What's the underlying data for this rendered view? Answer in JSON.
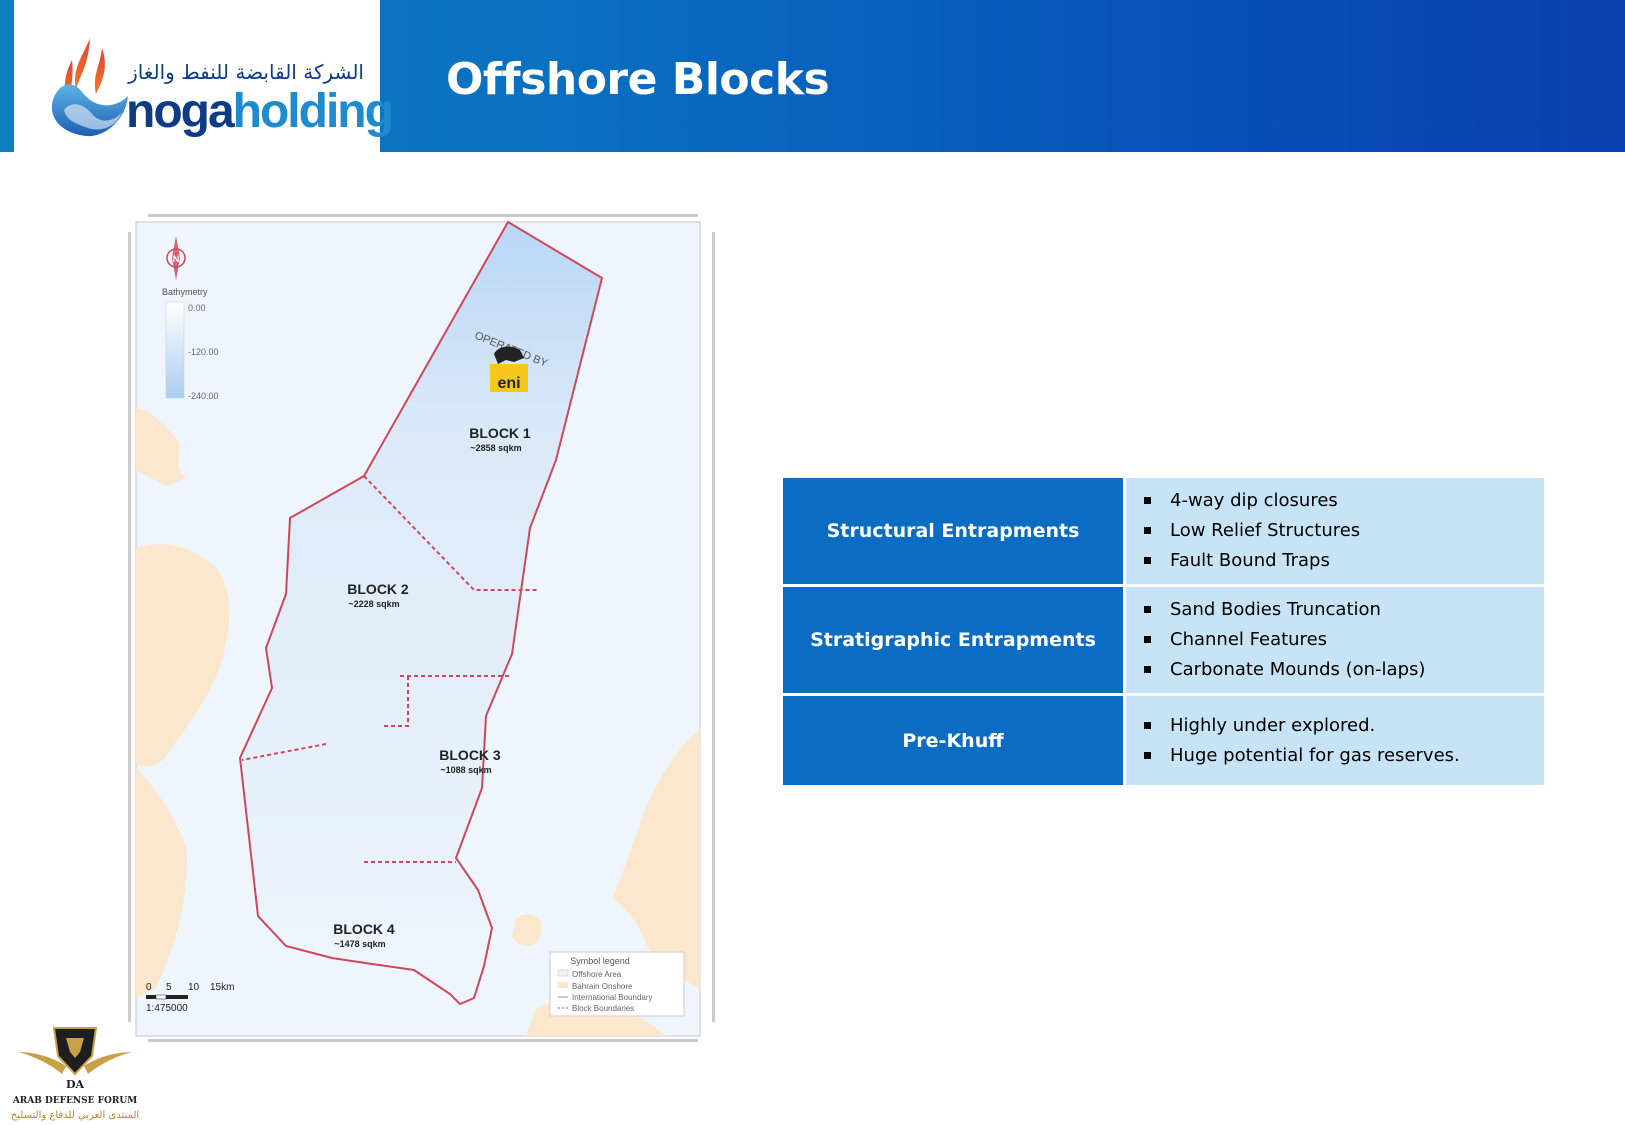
{
  "header": {
    "title": "Offshore Blocks",
    "logo_arabic": "الشركة القابضة للنفط والغاز",
    "logo_name_part1": "noga",
    "logo_name_part2": "holding"
  },
  "map": {
    "operated_by": "OPERATED BY",
    "operator_logo": "eni",
    "bathymetry_title": "Bathymetry",
    "bathymetry_ticks": [
      "0.00",
      "-120.00",
      "-240.00"
    ],
    "compass": "N",
    "blocks": [
      {
        "name": "BLOCK 1",
        "area": "~2858 sqkm"
      },
      {
        "name": "BLOCK 2",
        "area": "~2228 sqkm"
      },
      {
        "name": "BLOCK 3",
        "area": "~1088 sqkm"
      },
      {
        "name": "BLOCK 4",
        "area": "~1478 sqkm"
      }
    ],
    "scale_labels": [
      "0",
      "5",
      "10",
      "15km"
    ],
    "scale_ratio": "1:475000",
    "legend": {
      "title": "Symbol legend",
      "items": [
        "Offshore Area",
        "Bahrain Onshore",
        "International Boundary",
        "Block Boundaries"
      ]
    },
    "colors": {
      "land": "#fbe7cc",
      "sea": "#eef5fc",
      "deep": "#b9d7f5",
      "boundary": "#d0465a"
    }
  },
  "table": {
    "rows": [
      {
        "label": "Structural Entrapments",
        "items": [
          "4-way dip closures",
          "Low Relief Structures",
          "Fault Bound Traps"
        ]
      },
      {
        "label": "Stratigraphic Entrapments",
        "items": [
          "Sand Bodies Truncation",
          "Channel Features",
          "Carbonate Mounds (on-laps)"
        ]
      },
      {
        "label": "Pre-Khuff",
        "items": [
          "Highly under explored.",
          "Huge potential for gas reserves."
        ]
      }
    ]
  },
  "watermark": {
    "initials": "DA",
    "english": "ARAB DEFENSE FORUM",
    "arabic": "المنتدى العربي للدفاع والتسليح"
  }
}
